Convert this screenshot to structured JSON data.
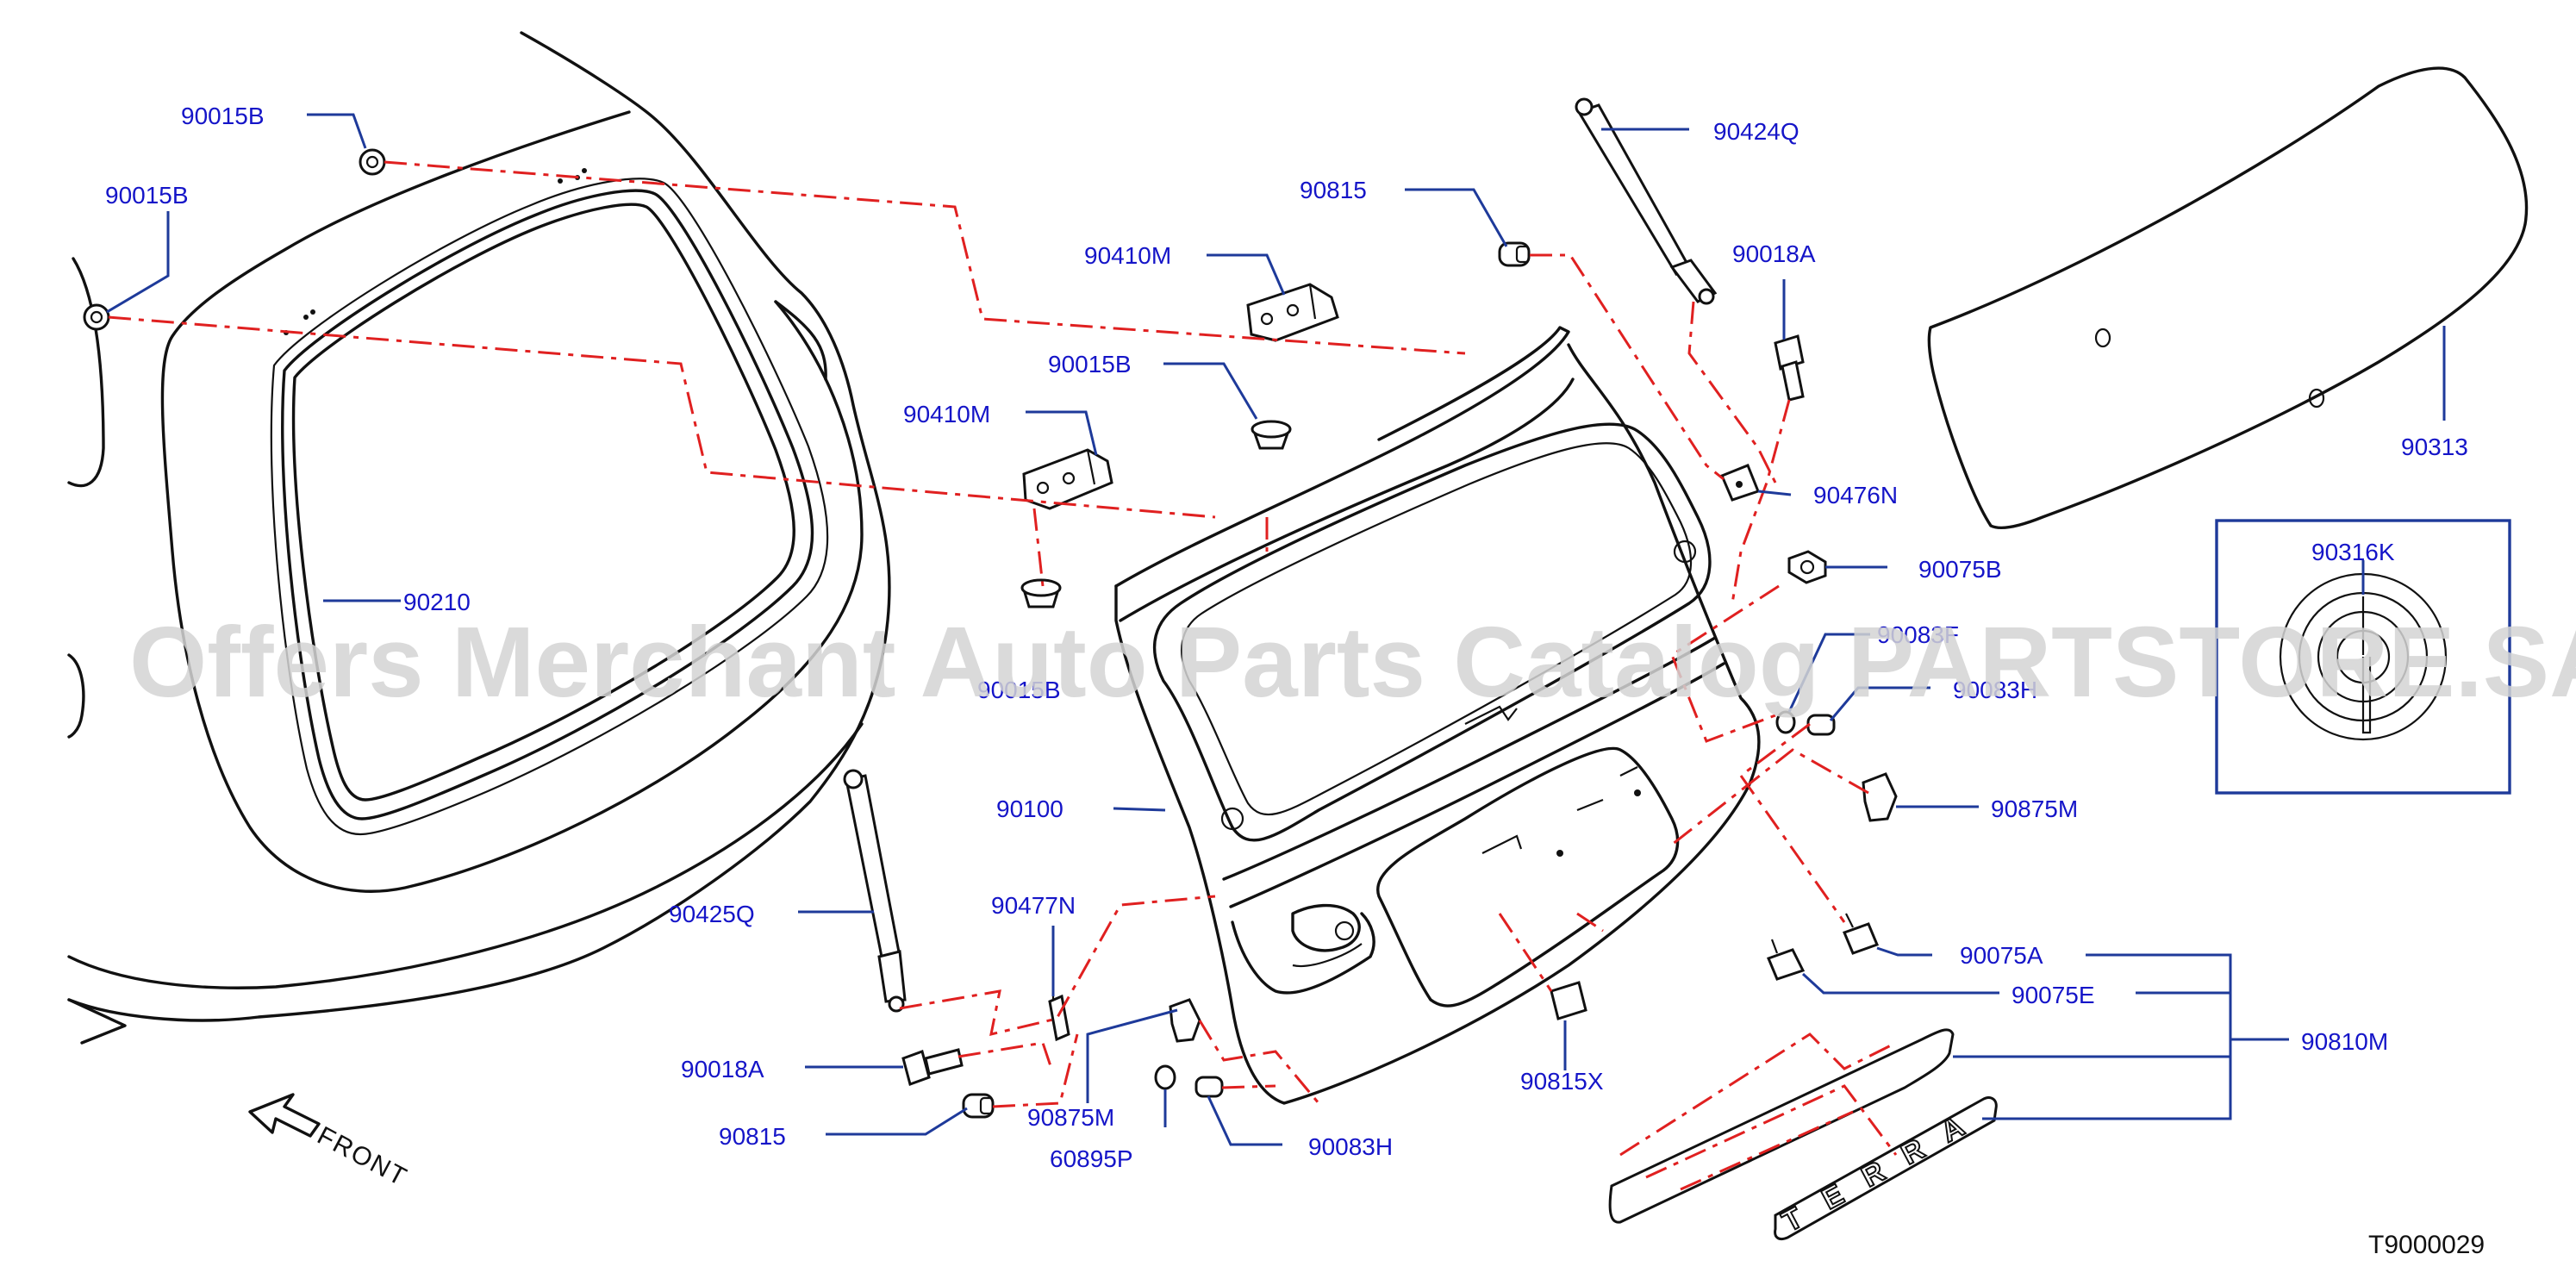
{
  "diagram": {
    "watermark": "Offers Merchant Auto Parts Catalog PARTSTORE.SA",
    "catalog_id": "T9000029",
    "front_label": "FRONT",
    "emblem_letters": [
      "T",
      "E",
      "R",
      "R",
      "A"
    ],
    "labels": {
      "p90015B_a": "90015B",
      "p90015B_b": "90015B",
      "p90015B_c": "90015B",
      "p90015B_d": "90015B",
      "p90210": "90210",
      "p90410M_a": "90410M",
      "p90410M_b": "90410M",
      "p90815_a": "90815",
      "p90815_b": "90815",
      "p90424Q": "90424Q",
      "p90018A_a": "90018A",
      "p90018A_b": "90018A",
      "p90476N": "90476N",
      "p90313": "90313",
      "p90075B": "90075B",
      "p90316K": "90316K",
      "p90083F": "90083F",
      "p90083H_a": "90083H",
      "p90083H_b": "90083H",
      "p90875M_a": "90875M",
      "p90875M_b": "90875M",
      "p90100": "90100",
      "p90425Q": "90425Q",
      "p90477N": "90477N",
      "p60895P": "60895P",
      "p90815X": "90815X",
      "p90075A": "90075A",
      "p90075E": "90075E",
      "p90810M": "90810M"
    },
    "colors": {
      "label": "#1515c8",
      "leader": "#1e3a9a",
      "dash": "#e02020",
      "outline": "#111111",
      "watermark": "#d4d4d4"
    }
  }
}
